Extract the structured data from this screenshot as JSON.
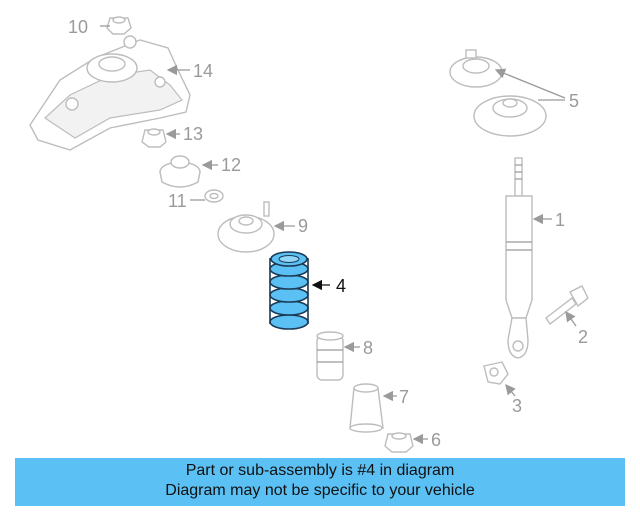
{
  "diagram": {
    "callouts": {
      "c1": "1",
      "c2": "2",
      "c3": "3",
      "c4": "4",
      "c5": "5",
      "c6": "6",
      "c7": "7",
      "c8": "8",
      "c9": "9",
      "c10": "10",
      "c11": "11",
      "c12": "12",
      "c13": "13",
      "c14": "14"
    },
    "highlight_callout": "4",
    "highlight_color": "#5bc0f3"
  },
  "banner": {
    "line1": "Part or sub-assembly is #4 in diagram",
    "line2": "Diagram may not be specific to your vehicle"
  },
  "colors": {
    "banner_bg": "#5bc0f3",
    "line_art": "#bdbdbd",
    "callout_text": "#9a9a9a"
  }
}
